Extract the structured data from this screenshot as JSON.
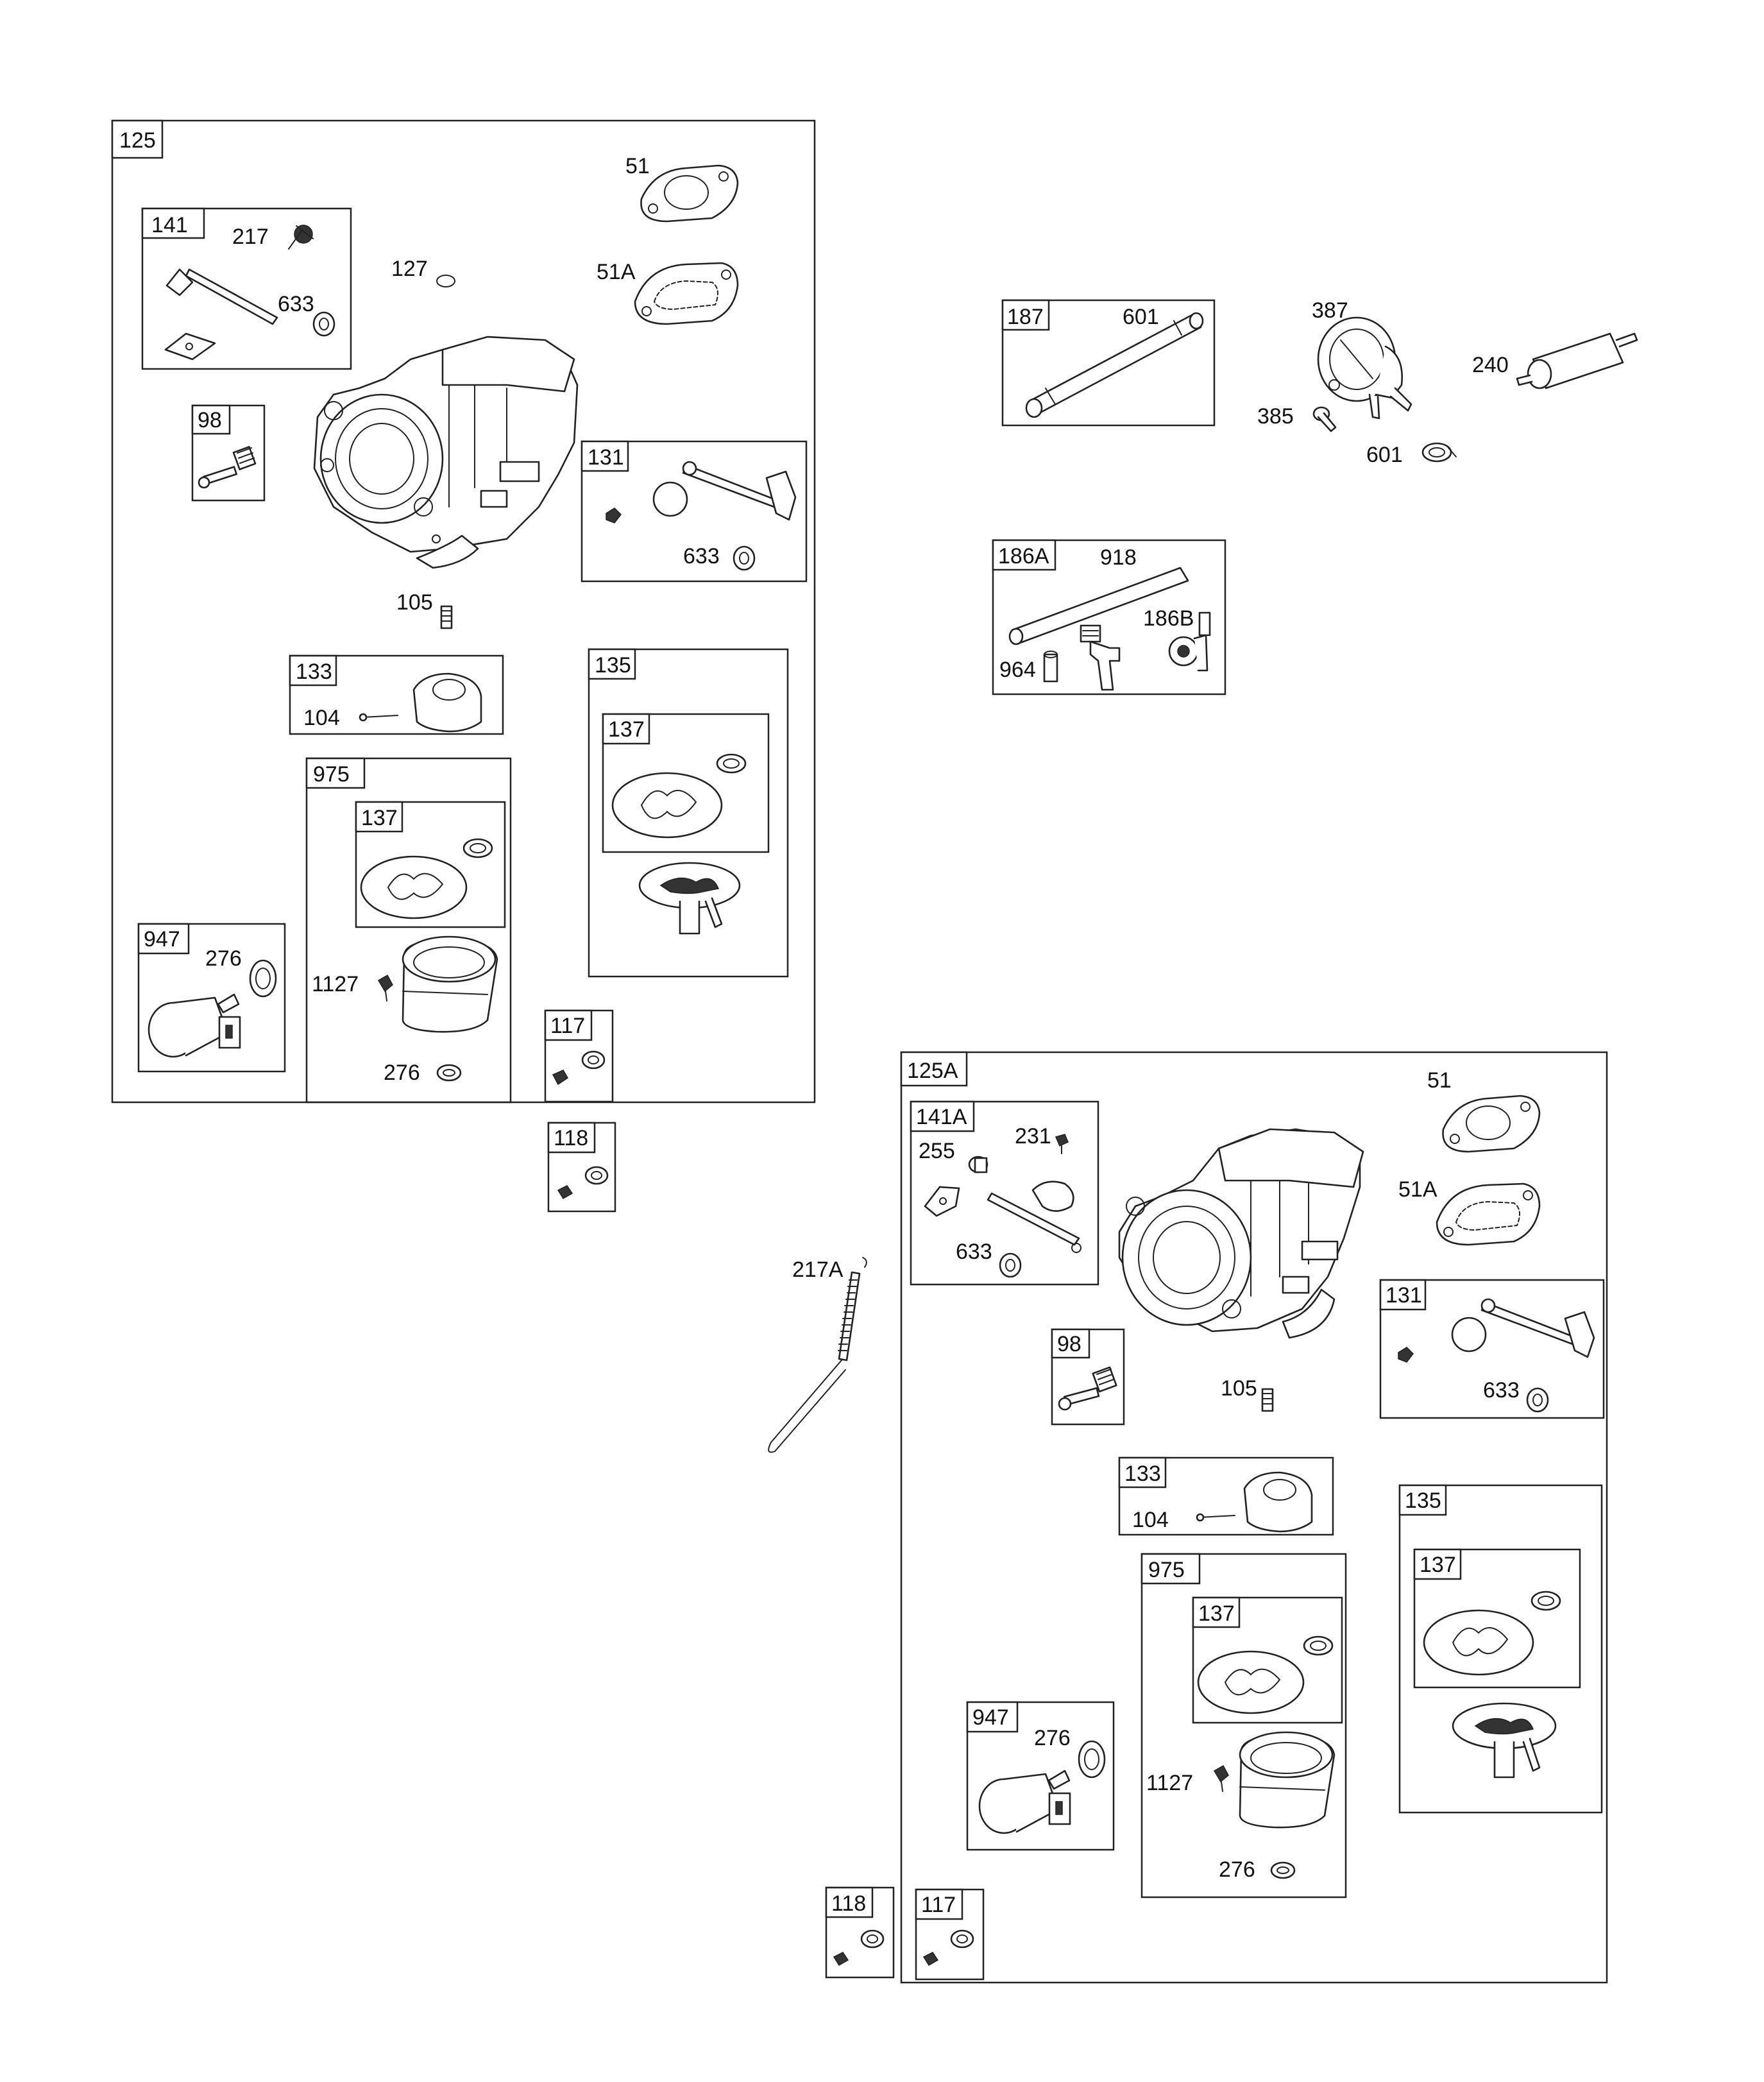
{
  "groups": [
    {
      "id": "g125",
      "label": "125",
      "parts": [
        "51",
        "51A",
        "127",
        "105"
      ]
    },
    {
      "id": "g141",
      "label": "141",
      "parts": [
        "217",
        "633"
      ]
    },
    {
      "id": "g98",
      "label": "98"
    },
    {
      "id": "g131",
      "label": "131",
      "parts": [
        "633"
      ]
    },
    {
      "id": "g133",
      "label": "133",
      "parts": [
        "104"
      ]
    },
    {
      "id": "g135",
      "label": "135"
    },
    {
      "id": "g137a",
      "label": "137"
    },
    {
      "id": "g975",
      "label": "975",
      "parts": [
        "1127",
        "276"
      ]
    },
    {
      "id": "g137b",
      "label": "137"
    },
    {
      "id": "g947",
      "label": "947",
      "parts": [
        "276"
      ]
    },
    {
      "id": "g117",
      "label": "117"
    },
    {
      "id": "g118",
      "label": "118"
    },
    {
      "id": "g187",
      "label": "187",
      "parts": [
        "601"
      ]
    },
    {
      "id": "g186A",
      "label": "186A",
      "parts": [
        "918",
        "186B",
        "964"
      ]
    },
    {
      "id": "g125A",
      "label": "125A",
      "parts": [
        "51",
        "51A",
        "105"
      ]
    },
    {
      "id": "g141A",
      "label": "141A",
      "parts": [
        "255",
        "231",
        "633"
      ]
    },
    {
      "id": "g98b",
      "label": "98"
    },
    {
      "id": "g131b",
      "label": "131",
      "parts": [
        "633"
      ]
    },
    {
      "id": "g133b",
      "label": "133",
      "parts": [
        "104"
      ]
    },
    {
      "id": "g135b",
      "label": "135"
    },
    {
      "id": "g137c",
      "label": "137"
    },
    {
      "id": "g975b",
      "label": "975",
      "parts": [
        "1127",
        "276"
      ]
    },
    {
      "id": "g137d",
      "label": "137"
    },
    {
      "id": "g947b",
      "label": "947",
      "parts": [
        "276"
      ]
    },
    {
      "id": "g118b",
      "label": "118"
    },
    {
      "id": "g117b",
      "label": "117"
    }
  ],
  "loose_parts": [
    "387",
    "240",
    "385",
    "601",
    "217A"
  ]
}
